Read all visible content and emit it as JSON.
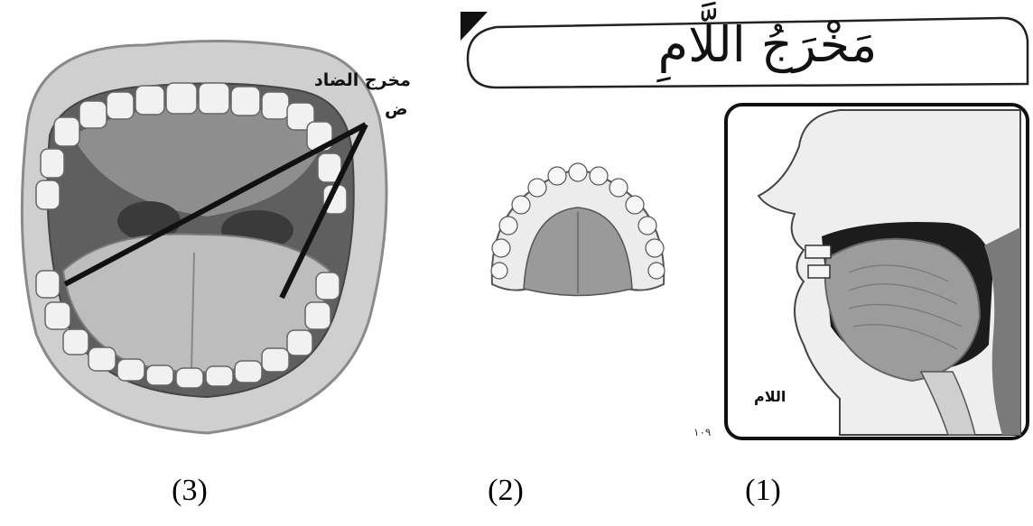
{
  "panel3": {
    "label_makhraj_dad": "مخرج الضاد",
    "label_dad_letter": "ض",
    "caption": "(3)"
  },
  "panel2": {
    "caption": "(2)"
  },
  "panel1": {
    "banner_title": "مَخْرَجُ اللَّامِ",
    "inner_label": "اللام",
    "page_number": "١٠٩",
    "caption": "(1)"
  }
}
